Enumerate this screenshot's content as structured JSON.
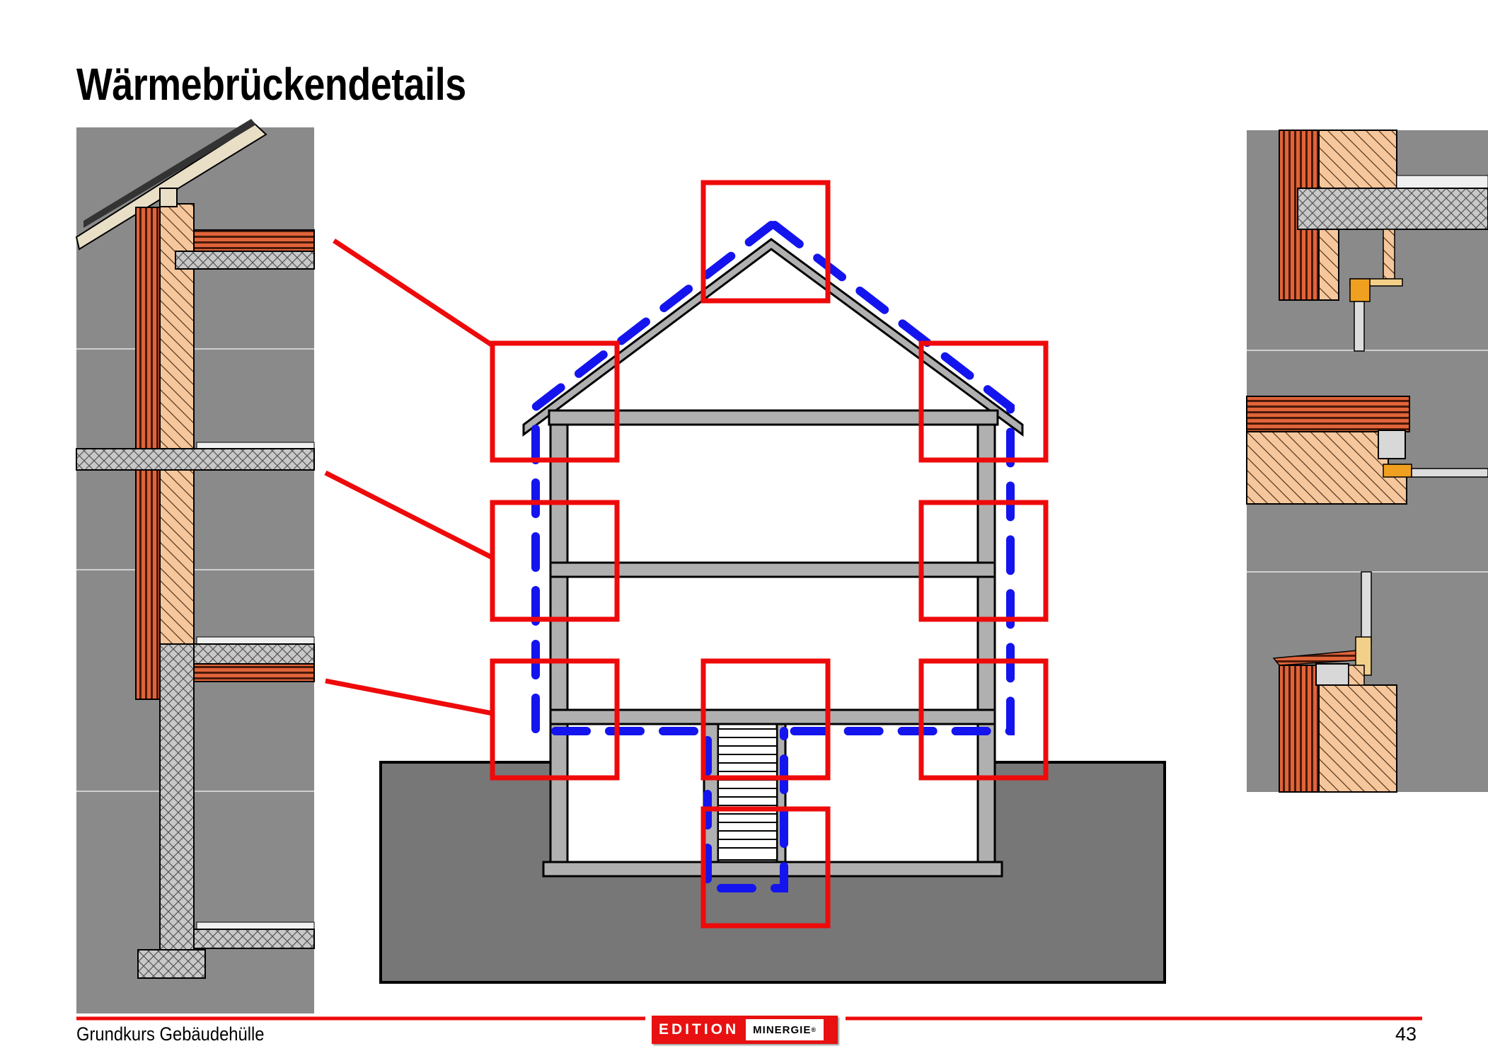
{
  "slide": {
    "title": "Wärmebrückendetails",
    "footer_left": "Grundkurs Gebäudehülle",
    "page_number": "43"
  },
  "logo": {
    "edition": "EDITION",
    "brand": "MINERGIE",
    "registered": "®"
  },
  "colors": {
    "highlight_box": "#ee0a0a",
    "insulation_line": "#1414ee",
    "ground": "#777777",
    "panel_bg": "#8a8a8a",
    "insulation_fill": "#f6c79c",
    "brick_fill": "#e0643a"
  },
  "diagram": {
    "description_icons": [
      "house-section",
      "thermal-bridge-highlight-box",
      "wall-detail-left",
      "window-detail-right"
    ]
  }
}
